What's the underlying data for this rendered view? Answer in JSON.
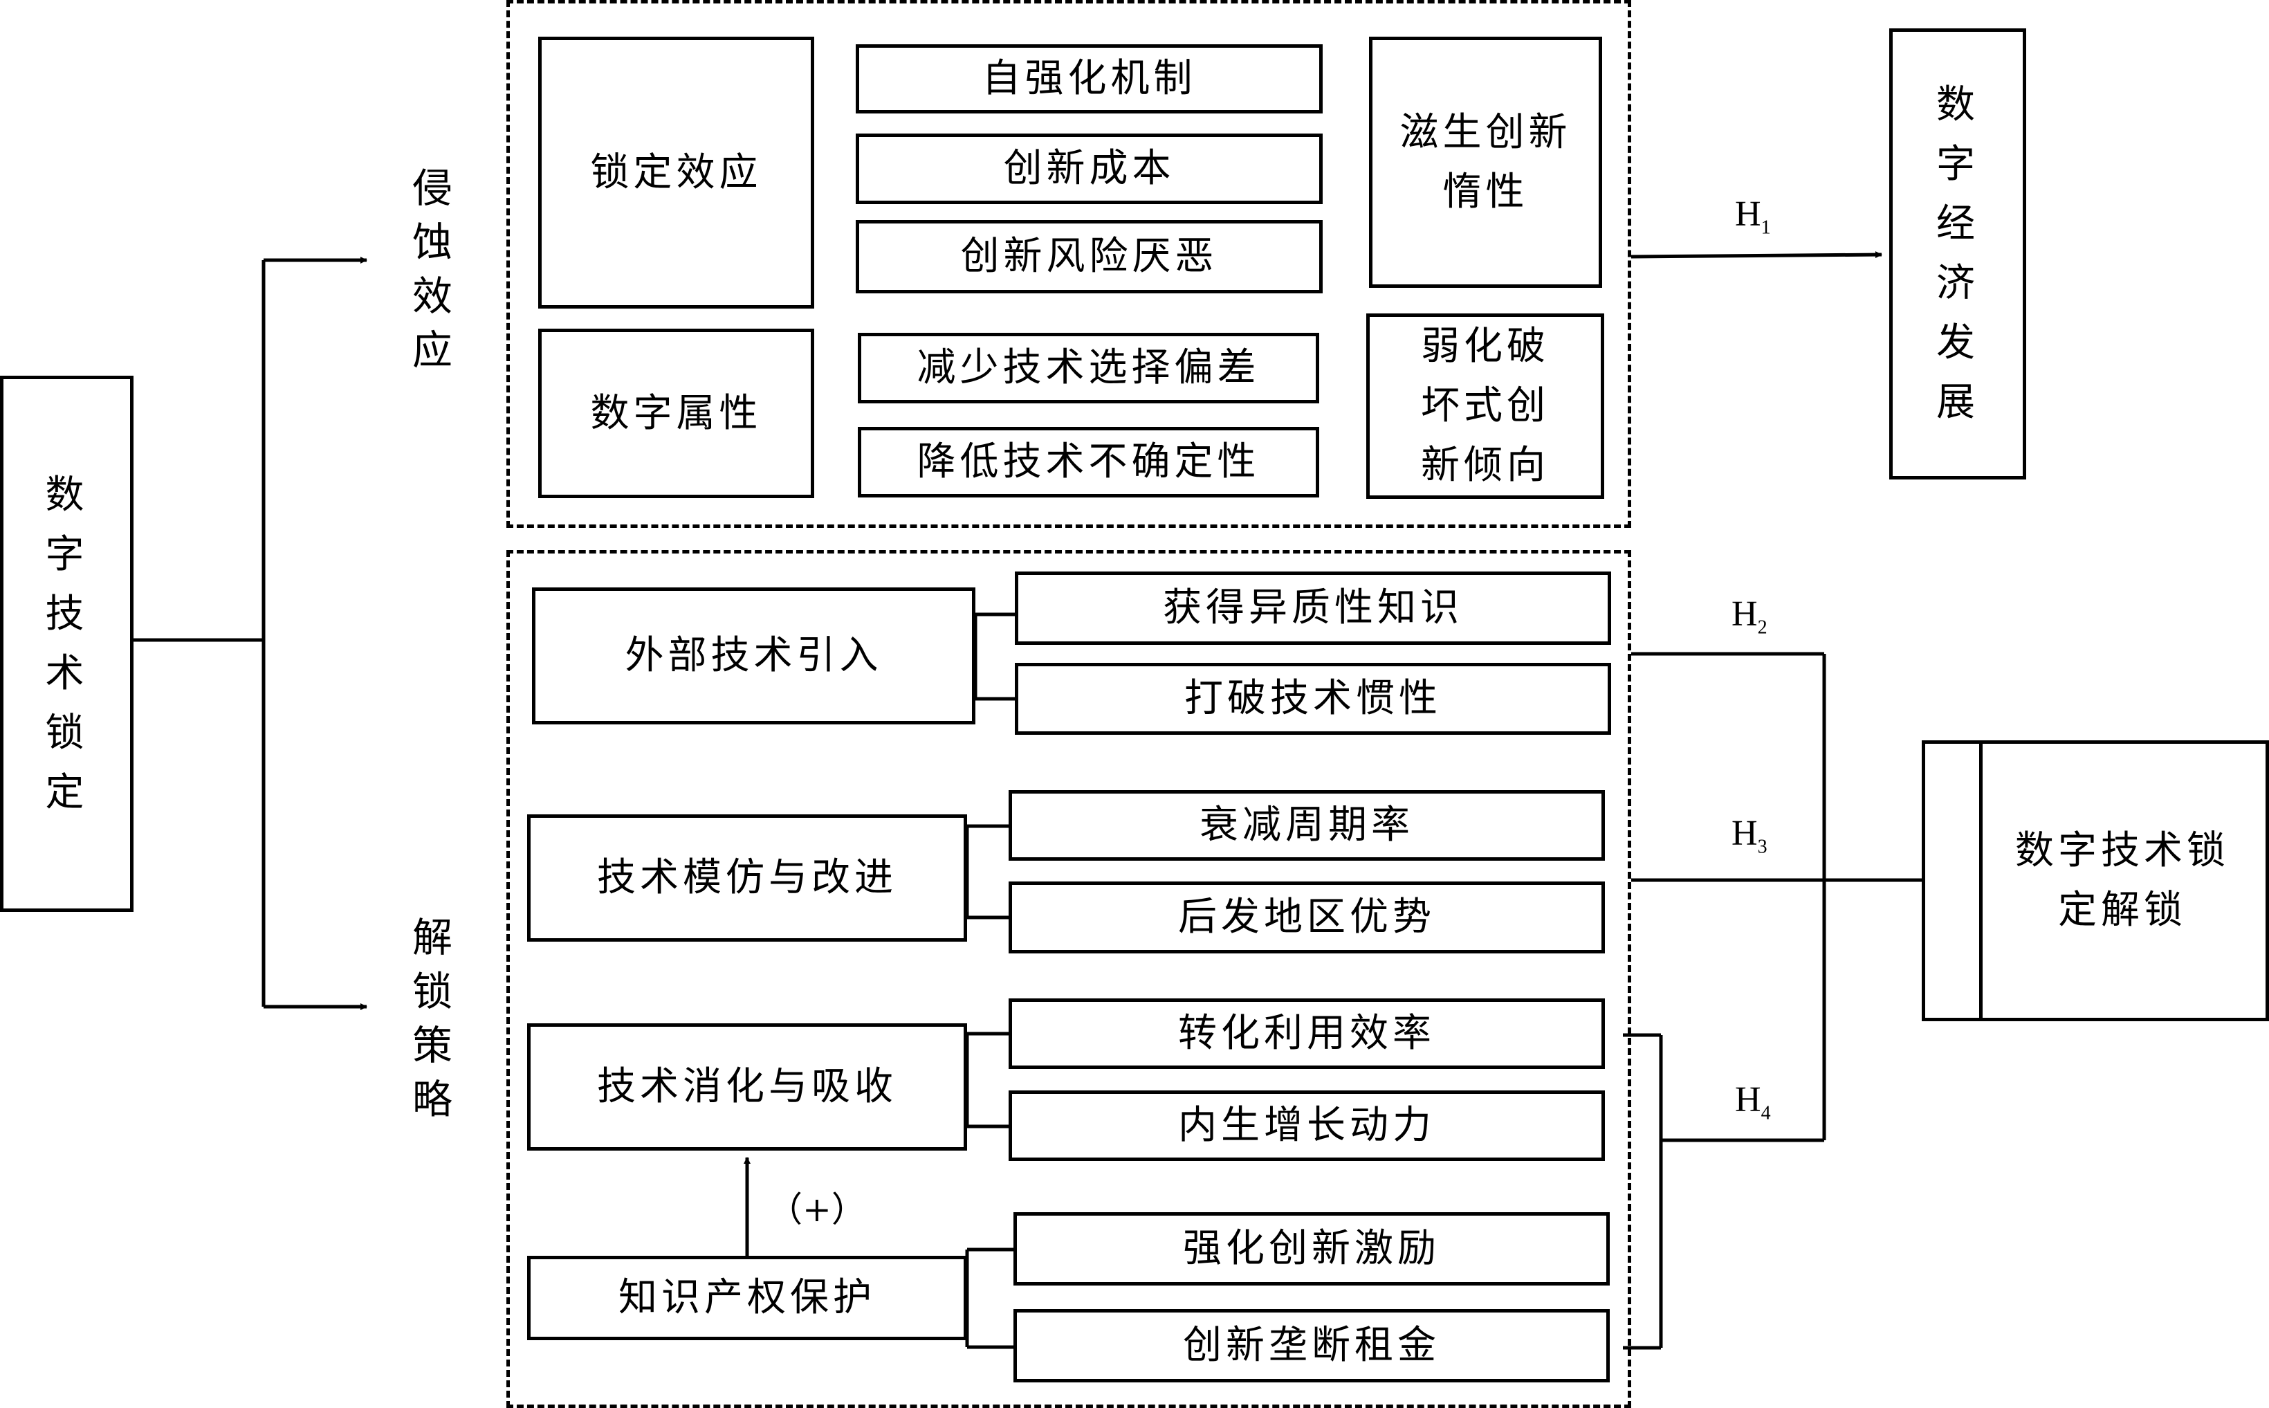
{
  "root": "数字技术锁定",
  "branches": {
    "erosion": "侵蚀效应",
    "unlock": "解锁策略"
  },
  "erosion": {
    "lock_effect": "锁定效应",
    "lock_items": [
      "自强化机制",
      "创新成本",
      "创新风险厌恶"
    ],
    "inertia": "滋生创新惰性",
    "digital_attr": "数字属性",
    "attr_items": [
      "减少技术选择偏差",
      "降低技术不确定性"
    ],
    "weaken": "弱化破坏式创新倾向"
  },
  "target_econ": "数字经济发展",
  "target_unlock": "数字技术锁定解锁",
  "hypotheses": [
    {
      "label": "H",
      "sub": "1"
    },
    {
      "label": "H",
      "sub": "2"
    },
    {
      "label": "H",
      "sub": "3"
    },
    {
      "label": "H",
      "sub": "4"
    }
  ],
  "strategies": [
    {
      "name": "外部技术引入",
      "items": [
        "获得异质性知识",
        "打破技术惯性"
      ]
    },
    {
      "name": "技术模仿与改进",
      "items": [
        "衰减周期率",
        "后发地区优势"
      ]
    },
    {
      "name": "技术消化与吸收",
      "items": [
        "转化利用效率",
        "内生增长动力"
      ]
    },
    {
      "name": "知识产权保护",
      "items": [
        "强化创新激励",
        "创新垄断租金"
      ]
    }
  ],
  "positive_link": "（+）"
}
